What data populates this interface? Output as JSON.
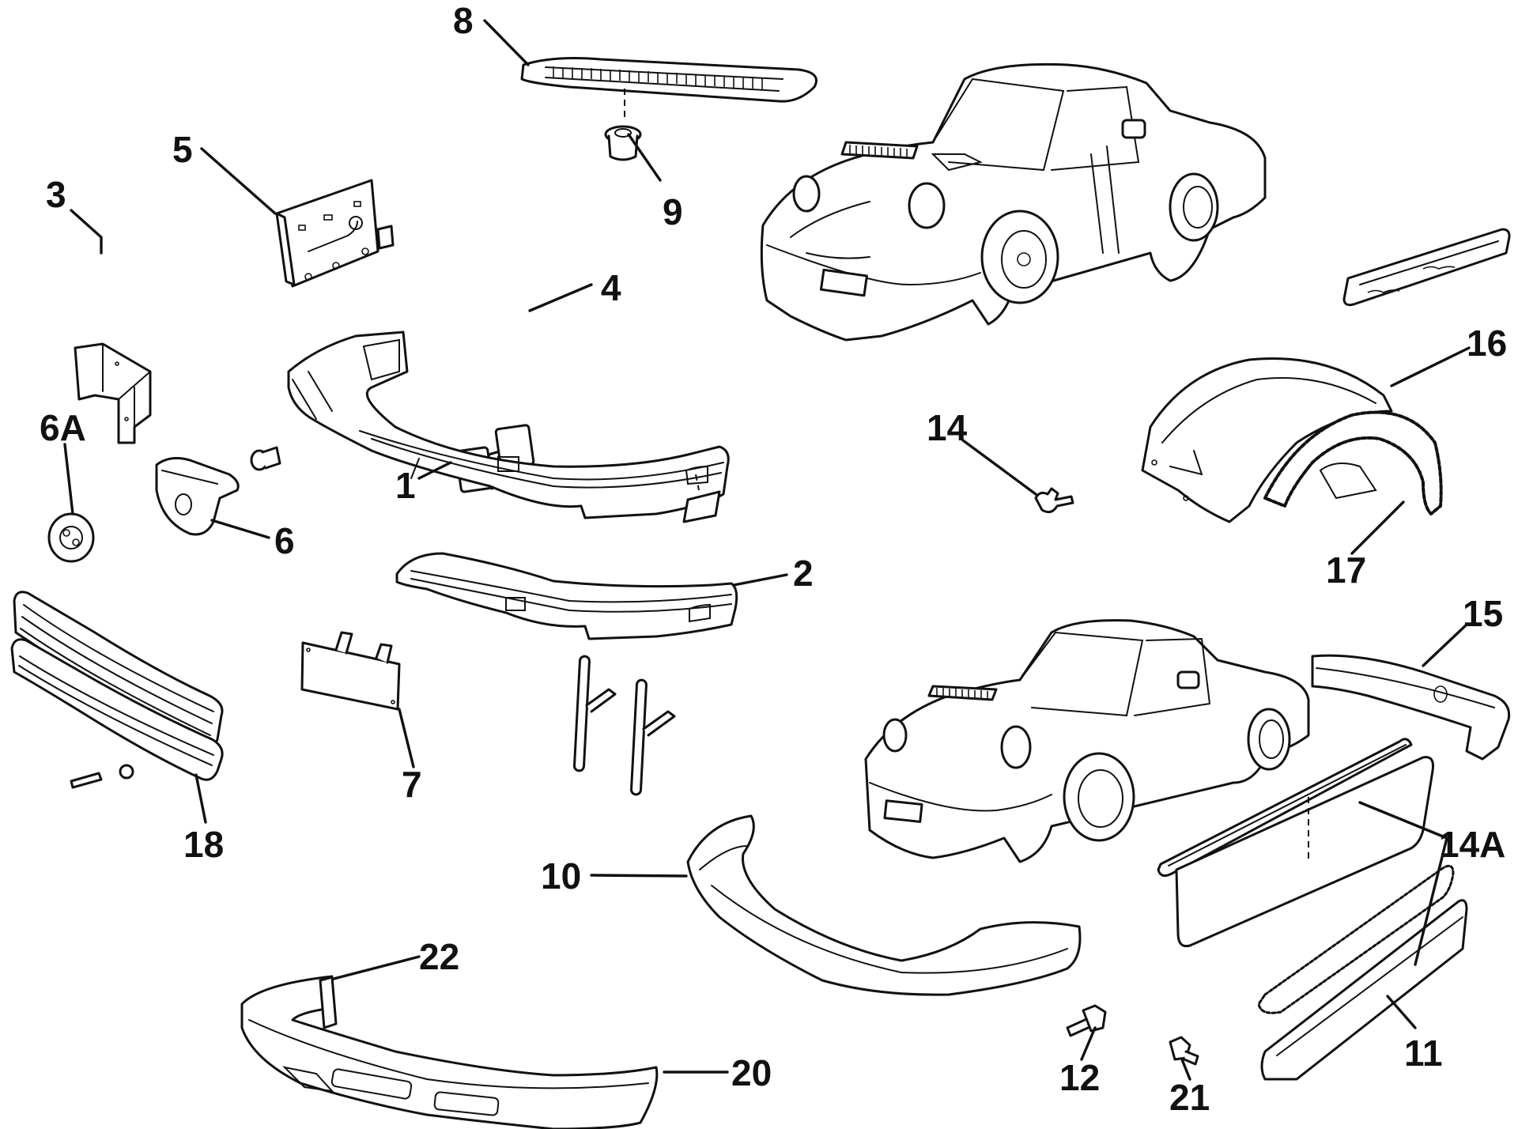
{
  "diagram": {
    "title": "Body trim parts exploded view",
    "ink_color": "#111111",
    "background": "#ffffff",
    "callouts": {
      "c1": "1",
      "c2": "2",
      "c3": "3",
      "c4": "4",
      "c5": "5",
      "c6": "6",
      "c6A": "6A",
      "c7": "7",
      "c8": "8",
      "c9": "9",
      "c10": "10",
      "c11": "11",
      "c12": "12",
      "c14": "14",
      "c14A": "14A",
      "c15": "15",
      "c16": "16",
      "c17": "17",
      "c18": "18",
      "c20": "20",
      "c21": "21",
      "c22": "22"
    }
  }
}
